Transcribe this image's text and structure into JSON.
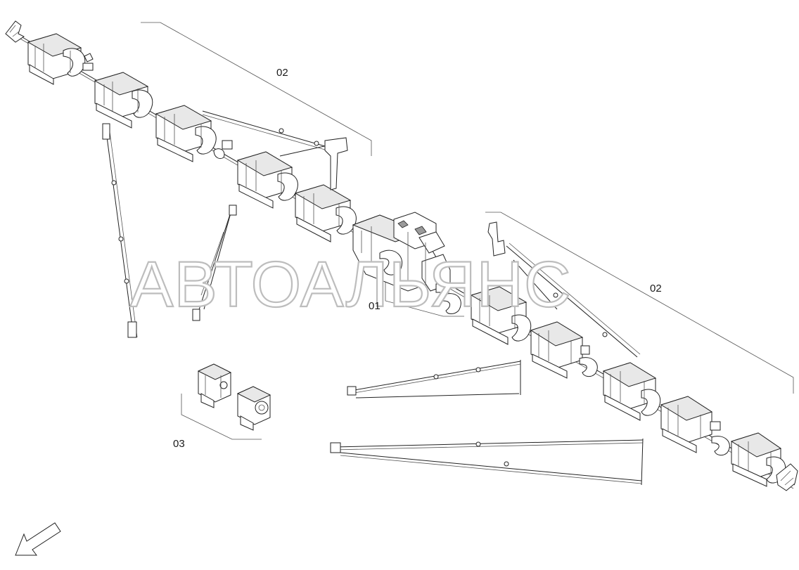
{
  "watermark": "АВТОАЛЬЯНС",
  "callouts": {
    "group_top": "02",
    "group_center": "01",
    "group_right": "02",
    "group_bottom_left": "03"
  },
  "icons": {
    "direction": "arrow-down-left-icon"
  }
}
